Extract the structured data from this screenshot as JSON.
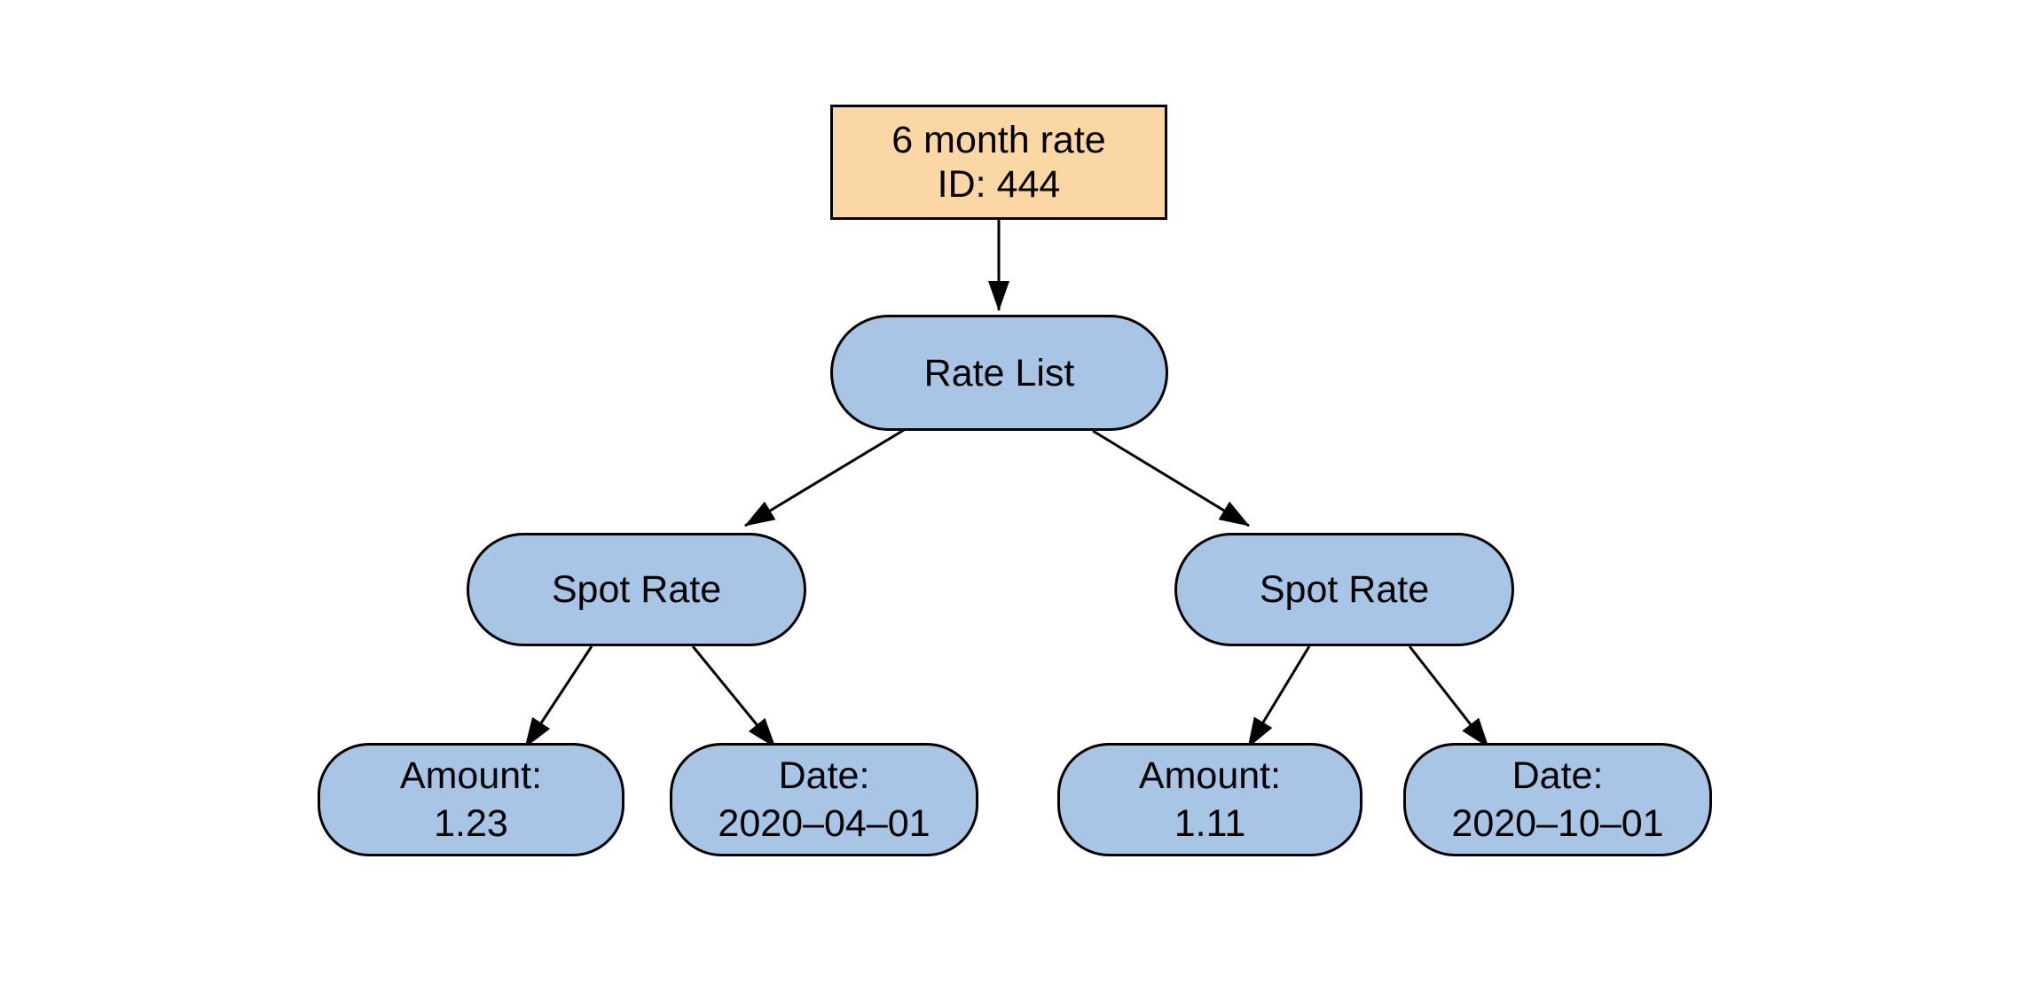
{
  "colors": {
    "background": "#FFFFFF",
    "root_fill": "#FAD7A4",
    "node_fill": "#A9C5E6",
    "stroke": "#000000",
    "text": "#000000"
  },
  "nodes": {
    "root": {
      "line1": "6 month rate",
      "line2": "ID: 444"
    },
    "rate_list": {
      "label": "Rate List"
    },
    "spot_rate_left": {
      "label": "Spot Rate"
    },
    "spot_rate_right": {
      "label": "Spot Rate"
    },
    "amount_left": {
      "line1": "Amount:",
      "line2": "1.23"
    },
    "date_left": {
      "line1": "Date:",
      "line2": "2020–04–01"
    },
    "amount_right": {
      "line1": "Amount:",
      "line2": "1.11"
    },
    "date_right": {
      "line1": "Date:",
      "line2": "2020–10–01"
    }
  }
}
